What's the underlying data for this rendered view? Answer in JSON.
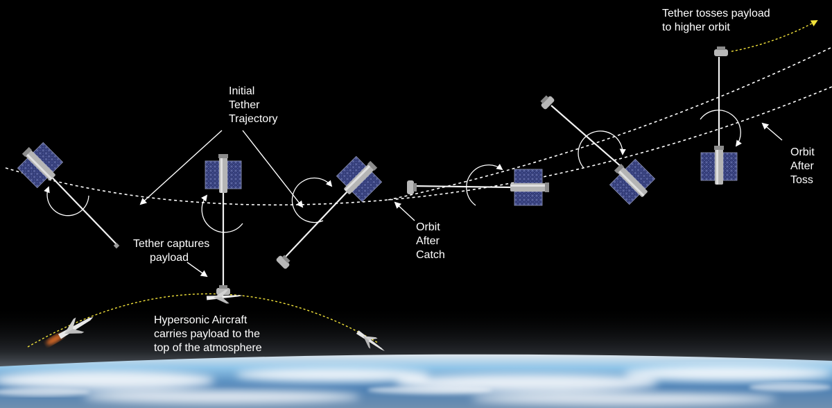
{
  "labels": {
    "initial_trajectory": [
      "Initial",
      "Tether",
      "Trajectory"
    ],
    "tether_captures": [
      "Tether captures",
      "payload"
    ],
    "hypersonic": [
      "Hypersonic Aircraft",
      "carries payload to the",
      "top of the atmosphere"
    ],
    "orbit_after_catch": [
      "Orbit",
      "After",
      "Catch"
    ],
    "orbit_after_toss": [
      "Orbit",
      "After",
      "Toss"
    ],
    "tether_tosses": [
      "Tether tosses payload",
      "to higher orbit"
    ]
  },
  "colors": {
    "space": "#000000",
    "trajectory": "#ffffff",
    "aircraft_path": "#f2e23a",
    "toss_path": "#f2e23a",
    "solar_panel": "#27306b",
    "tether": "#f2f2f2",
    "earth_haze": "#c7d3df"
  },
  "icons": [
    "satellite-icon",
    "payload-icon",
    "aircraft-icon",
    "rotation-arrow-icon"
  ]
}
